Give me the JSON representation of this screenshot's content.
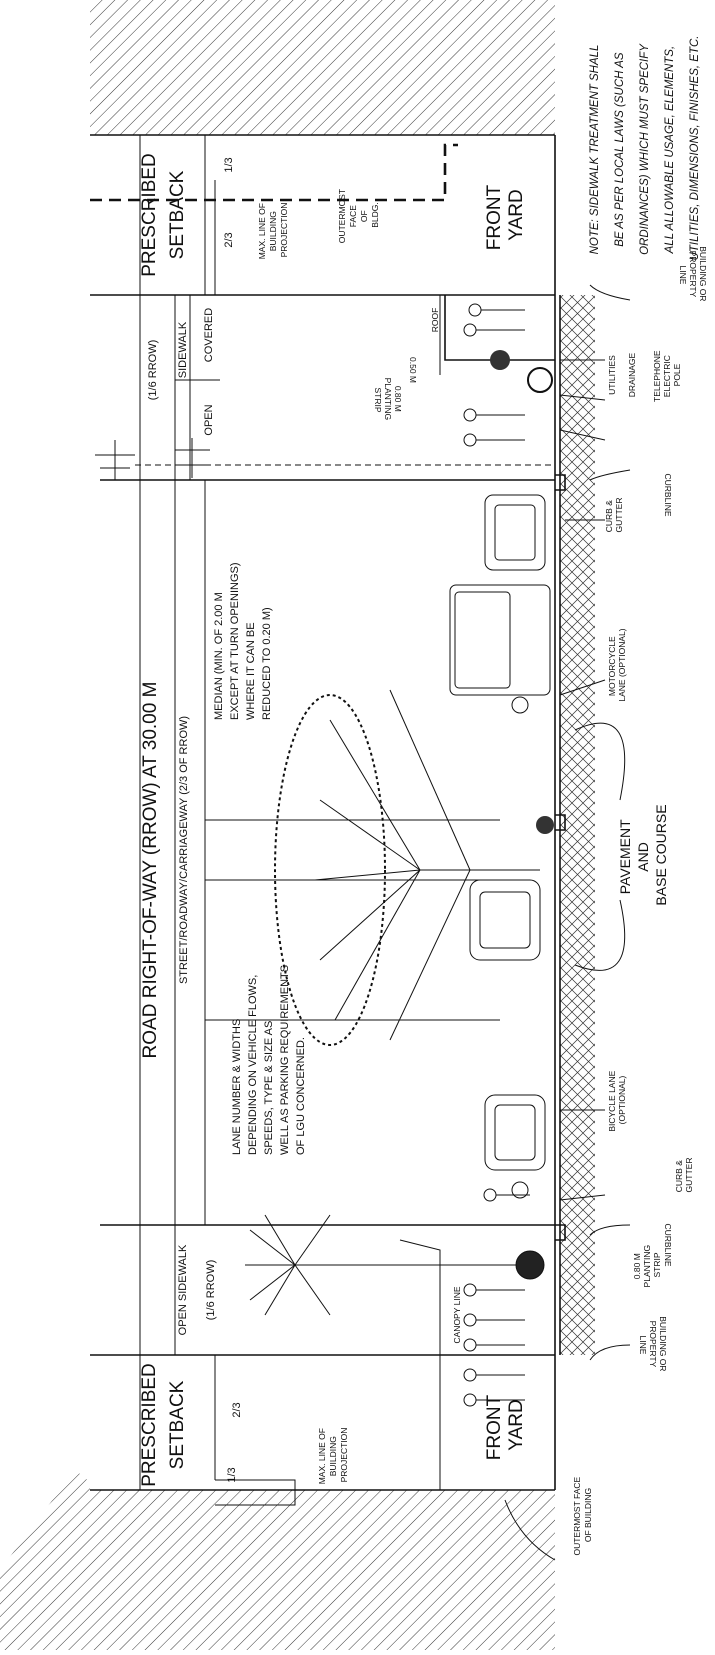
{
  "diagram": {
    "title": "ROAD RIGHT-OF-WAY (RROW) AT 30.00 M",
    "carriageway_label": "STREET/ROADWAY/CARRIAGEWAY (2/3 OF RROW)",
    "top_setback": {
      "line1": "PRESCRIBED",
      "line2": "SETBACK",
      "frac_top": "1/3",
      "frac_bottom": "2/3",
      "max_line": [
        "MAX. LINE OF",
        "BUILDING",
        "PROJECTION"
      ],
      "outermost": [
        "OUTERMOST",
        "FACE",
        "OF",
        "BLDG."
      ],
      "front_yard": [
        "FRONT",
        "YARD"
      ]
    },
    "top_sidewalk": {
      "fraction": "(1/6 RROW)",
      "sidewalk": "SIDEWALK",
      "open": "OPEN",
      "covered": "COVERED",
      "roof": "ROOF",
      "dim_050": "0.50 M",
      "planting": [
        "0.80 M",
        "PLANTING",
        "STRIP"
      ],
      "utilities": "UTILITIES",
      "drainage": "DRAINAGE",
      "pole": [
        "TELEPHONE",
        "ELECTRIC",
        "POLE"
      ],
      "property_line": [
        "BUILDING OR",
        "PROPERTY",
        "LINE"
      ],
      "curbline": "CURBLINE"
    },
    "median": {
      "text": [
        "MEDIAN (MIN. OF 2.00 M",
        "EXCEPT AT TURN OPENINGS)",
        "WHERE IT CAN BE",
        "REDUCED TO 0.20 M)"
      ]
    },
    "lanes": {
      "text": [
        "LANE NUMBER & WIDTHS",
        "DEPENDING ON VEHICLE FLOWS,",
        "SPEEDS, TYPE & SIZE AS",
        "WELL AS PARKING REQUIREMENTS",
        "OF LGU CONCERNED."
      ]
    },
    "curb_gutter_top": [
      "CURB &",
      "GUTTER"
    ],
    "motorcycle_lane": [
      "MOTORCYCLE",
      "LANE (OPTIONAL)"
    ],
    "pavement": [
      "PAVEMENT",
      "AND",
      "BASE COURSE"
    ],
    "bicycle_lane": [
      "BICYCLE LANE",
      "(OPTIONAL)"
    ],
    "curb_gutter_bottom": [
      "CURB &",
      "GUTTER"
    ],
    "bottom_sidewalk": {
      "open_sidewalk": "OPEN SIDEWALK",
      "fraction": "(1/6 RROW)",
      "curbline": "CURBLINE",
      "planting": [
        "0.80 M",
        "PLANTING",
        "STRIP"
      ],
      "canopy_line": "CANOPY LINE",
      "property_line": [
        "BUILDING OR",
        "PROPERTY",
        "LINE"
      ]
    },
    "bottom_setback": {
      "line1": "PRESCRIBED",
      "line2": "SETBACK",
      "frac_top": "2/3",
      "frac_bottom": "1/3",
      "max_line": [
        "MAX. LINE OF",
        "BUILDING",
        "PROJECTION"
      ],
      "front_yard": [
        "FRONT",
        "YARD"
      ],
      "outermost": [
        "OUTERMOST FACE",
        "OF BUILDING"
      ]
    },
    "note": [
      "NOTE: SIDEWALK TREATMENT SHALL",
      "BE AS PER LOCAL LAWS (SUCH AS",
      "ORDINANCES) WHICH MUST SPECIFY",
      "ALL ALLOWABLE USAGE, ELEMENTS,",
      "UTILITIES, DIMENSIONS, FINISHES, ETC."
    ]
  }
}
